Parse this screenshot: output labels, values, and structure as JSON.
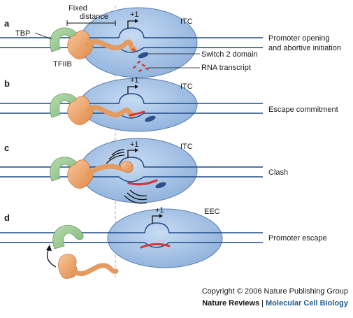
{
  "labels": {
    "fixed_distance_1": "Fixed",
    "fixed_distance_2": "distance",
    "tbp": "TBP",
    "tfiib": "TFIIB",
    "switch2": "Switch 2 domain",
    "rna": "RNA transcript",
    "tss": "+1"
  },
  "panels": [
    {
      "letter": "a",
      "complex": "ITC",
      "description_line1": "Promoter opening",
      "description_line2": "and abortive initiation"
    },
    {
      "letter": "b",
      "complex": "ITC",
      "description_line1": "Escape commitment",
      "description_line2": ""
    },
    {
      "letter": "c",
      "complex": "ITC",
      "description_line1": "Clash",
      "description_line2": ""
    },
    {
      "letter": "d",
      "complex": "EEC",
      "description_line1": "Promoter escape",
      "description_line2": ""
    }
  ],
  "footer": {
    "copyright": "Copyright © 2006 Nature Publishing Group",
    "publisher": "Nature Reviews",
    "separator": "|",
    "journal": "Molecular Cell Biology"
  },
  "colors": {
    "dna": "#1e4a86",
    "polymerase_fill": "#a8c4e6",
    "polymerase_stroke": "#5c7fb0",
    "tbp": "#9ccb94",
    "tfiib": "#f0aa70",
    "rna": "#d03a3a",
    "dashed": "#e09a9a"
  }
}
